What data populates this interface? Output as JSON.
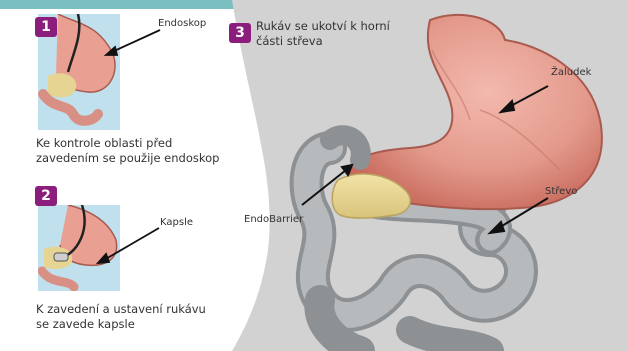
{
  "colors": {
    "frame_teal": "#7bbfc1",
    "badge_purple": "#8b1e7c",
    "body_gray": "#d2d2d2",
    "stomach_pink": "#e9a093",
    "intestine_gray": "#a9acaf",
    "duodenum_yellow": "#e6d493"
  },
  "steps": [
    {
      "number": "1",
      "caption_line1": "Ke kontrole oblasti před",
      "caption_line2": "zavedením se použije endoskop",
      "label": "Endoskop"
    },
    {
      "number": "2",
      "caption_line1": "K zavedení a ustavení rukávu",
      "caption_line2": "se zavede kapsle",
      "label": "Kapsle"
    },
    {
      "number": "3",
      "caption_line1": "Rukáv se ukotví k horní",
      "caption_line2": "části střeva"
    }
  ],
  "labels": {
    "stomach": "Žaludek",
    "intestine": "Střevo",
    "device": "EndoBarrier"
  }
}
